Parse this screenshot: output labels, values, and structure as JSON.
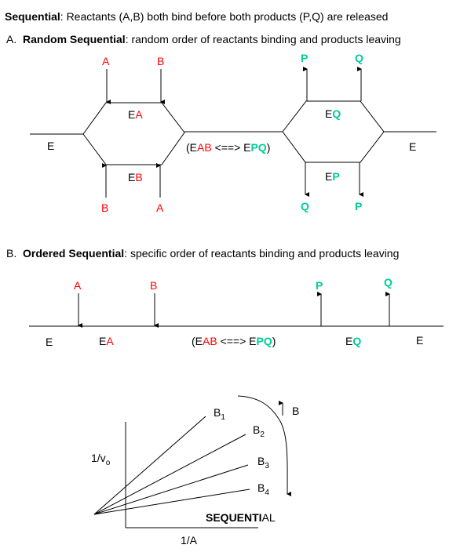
{
  "header": {
    "title_bold": "Sequential",
    "title_rest": ":  Reactants (A,B)  both bind before both products (P,Q) are released"
  },
  "section_a": {
    "prefix": "A.",
    "title_bold": "Random Sequential",
    "title_rest": ":  random order of reactants binding and products leaving",
    "left_E": "E",
    "right_E": "E",
    "upper_left": {
      "arrow_in_1": "A",
      "arrow_in_2": "B",
      "complex_E": "E",
      "complex_sub": "A"
    },
    "lower_left": {
      "arrow_in_1": "B",
      "arrow_in_2": "A",
      "complex_E": "E",
      "complex_sub": "B"
    },
    "upper_right": {
      "arrow_out_1": "P",
      "arrow_out_2": "Q",
      "complex_E": "E",
      "complex_sub": "Q"
    },
    "lower_right": {
      "arrow_out_1": "Q",
      "arrow_out_2": "P",
      "complex_E": "E",
      "complex_sub": "P"
    },
    "central": {
      "open": "(E",
      "reactants": "AB",
      "arrow": " <==> E",
      "products": "PQ",
      "close": ")"
    }
  },
  "section_b": {
    "prefix": "B.",
    "title_bold": "Ordered Sequential",
    "title_rest": ":  specific order of reactants binding and products leaving",
    "arrows": [
      "A",
      "B",
      "P",
      "Q"
    ],
    "states": {
      "E1": "E",
      "EA_E": "E",
      "EA_sub": "A",
      "central": {
        "open": "(E",
        "reactants": "AB",
        "arrow": " <==> E",
        "products": "PQ",
        "close": ")"
      },
      "EQ_E": "E",
      "EQ_sub": "Q",
      "E2": "E"
    }
  },
  "plot": {
    "ylabel_main": "1/v",
    "ylabel_sub": "o",
    "xlabel": "1/A",
    "caption_main": "SEQUENTI",
    "caption_end": "AL",
    "trend_label": "B",
    "series": [
      {
        "name": "B",
        "sub": "1"
      },
      {
        "name": "B",
        "sub": "2"
      },
      {
        "name": "B",
        "sub": "3"
      },
      {
        "name": "B",
        "sub": "4"
      }
    ]
  },
  "colors": {
    "reactant": "#ff0000",
    "product": "#00cc99",
    "line": "#000000"
  }
}
